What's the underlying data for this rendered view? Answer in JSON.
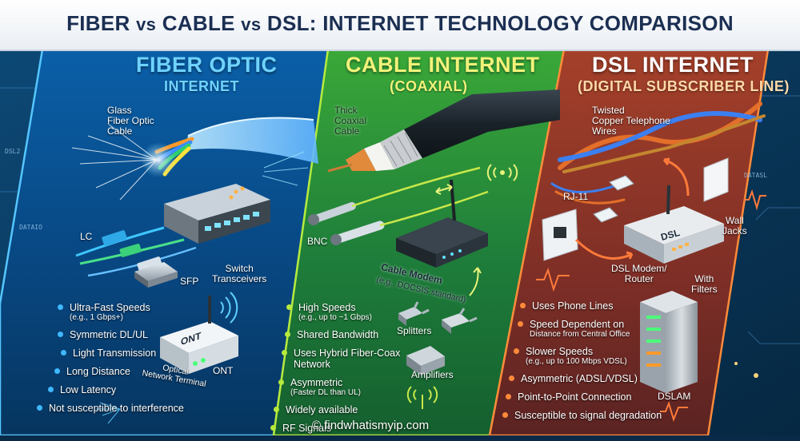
{
  "header": {
    "title_a": "FIBER ",
    "vs_a": "vs",
    "title_b": " CABLE ",
    "vs_b": "vs",
    "title_c": " DSL: INTERNET TECHNOLOGY COMPARISON"
  },
  "fiber": {
    "title": "FIBER OPTIC",
    "subtitle": "INTERNET",
    "cable_label": "Glass\nFiber Optic\nCable",
    "lc_label": "LC",
    "sfp_label": "SFP",
    "switch_label": "Switch\nTransceivers",
    "ont_device_text": "ONT",
    "ont_label": "ONT",
    "ont_desc": "Optical\nNetwork Terminal",
    "features": [
      {
        "text": "Ultra-Fast Speeds",
        "sub": "(e.g., 1 Gbps+)"
      },
      {
        "text": "Symmetric DL/UL"
      },
      {
        "text": "Light Transmission"
      },
      {
        "text": "Long Distance"
      },
      {
        "text": "Low Latency"
      },
      {
        "text": "Not susceptible to interference"
      }
    ],
    "side_text_a": "DSL2",
    "side_text_b": "DATAIO"
  },
  "cable": {
    "title": "CABLE INTERNET",
    "subtitle": "(COAXIAL)",
    "cable_label": "Thick\nCoaxial\nCable",
    "bnc_label": "BNC",
    "modem_label": "Cable Modem",
    "modem_sub": "(e.g., DOCSIS standard)",
    "splitters_label": "Splitters",
    "amplifiers_label": "Amplifiers",
    "features": [
      {
        "text": "High Speeds",
        "sub": "(e.g., up to ~1 Gbps)"
      },
      {
        "text": "Shared Bandwidth"
      },
      {
        "text": "Uses Hybrid Fiber-Coax\nNetwork"
      },
      {
        "text": "Asymmetric",
        "sub": "(Faster DL than UL)"
      },
      {
        "text": "Widely available"
      },
      {
        "text": "RF Signals"
      }
    ]
  },
  "dsl": {
    "title": "DSL INTERNET",
    "subtitle": "(DIGITAL SUBSCRIBER LINE)",
    "wire_label": "Twisted\nCopper Telephone\nWires",
    "rj11_label": "RJ-11",
    "wall_label": "Wall\nJacks",
    "router_device_text": "DSL",
    "router_label": "DSL Modem/\nRouter",
    "filters_label": "With\nFilters",
    "dslam_label": "DSLAM",
    "features": [
      {
        "text": "Uses Phone Lines"
      },
      {
        "text": "Speed Dependent on",
        "sub": "Distance from Central Office"
      },
      {
        "text": "Slower Speeds",
        "sub": "(e.g., up to 100 Mbps VDSL)"
      },
      {
        "text": "Asymmetric (ADSL/VDSL)"
      },
      {
        "text": "Point-to-Point Connection"
      },
      {
        "text": "Susceptible to signal degradation"
      }
    ],
    "side_text": "DATASL"
  },
  "credit": "© findwhatismyip.com",
  "colors": {
    "fiber_title": "#6fd3ff",
    "cable_title": "#f2f27a",
    "dsl_title": "#ffffff",
    "fiber_bullet": "#3fb8ff",
    "cable_bullet": "#b7ea3c",
    "dsl_bullet": "#ff8a3a"
  }
}
